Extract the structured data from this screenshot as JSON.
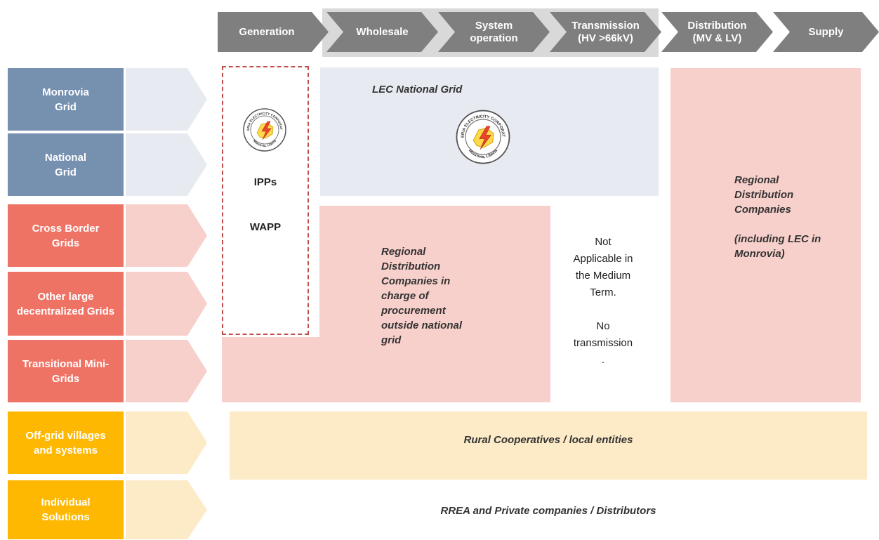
{
  "header": {
    "stages": [
      {
        "label": "Generation"
      },
      {
        "label": "Wholesale"
      },
      {
        "label": "System\noperation"
      },
      {
        "label": "Transmission\n(HV >66kV)"
      },
      {
        "label": "Distribution\n(MV & LV)"
      },
      {
        "label": "Supply"
      }
    ]
  },
  "rows": [
    {
      "label": "Monrovia\nGrid"
    },
    {
      "label": "National\nGrid"
    },
    {
      "label": "Cross Border\nGrids"
    },
    {
      "label": "Other large\ndecentralized Grids"
    },
    {
      "label": "Transitional Mini-\nGrids"
    },
    {
      "label": "Off-grid villages\nand systems"
    },
    {
      "label": "Individual\nSolutions"
    }
  ],
  "blocks": {
    "generation_ipps": "IPPs",
    "generation_wapp": "WAPP",
    "lec_national_grid": "LEC National Grid",
    "regional_procurement": "Regional\nDistribution\nCompanies in\ncharge of\nprocurement\noutside national\ngrid",
    "not_applicable": "Not\nApplicable in\nthe Medium\nTerm.\n\nNo\ntransmission\n.",
    "regional_distribution": "Regional\nDistribution\nCompanies\n\n(including LEC in\nMonrovia)",
    "rural_cooperatives": "Rural Cooperatives / local entities",
    "rrea_private": "RREA and Private companies / Distributors"
  },
  "logo": {
    "ring_text": "LIBERIA ELECTRICITY CORPORATION",
    "bottom_text": "Monrovia, Liberia",
    "icon": "lightning-bolt-map-icon"
  },
  "colors": {
    "header_chevron": "#7f7f7f",
    "header_band": "#d9d9d9",
    "blue": "#7690b0",
    "blue_light": "#e7ebf1",
    "red": "#ef7365",
    "red_light": "#f8d0cb",
    "amber": "#ffb802",
    "amber_light": "#fdebc8",
    "dashed_border": "#c0504d"
  }
}
